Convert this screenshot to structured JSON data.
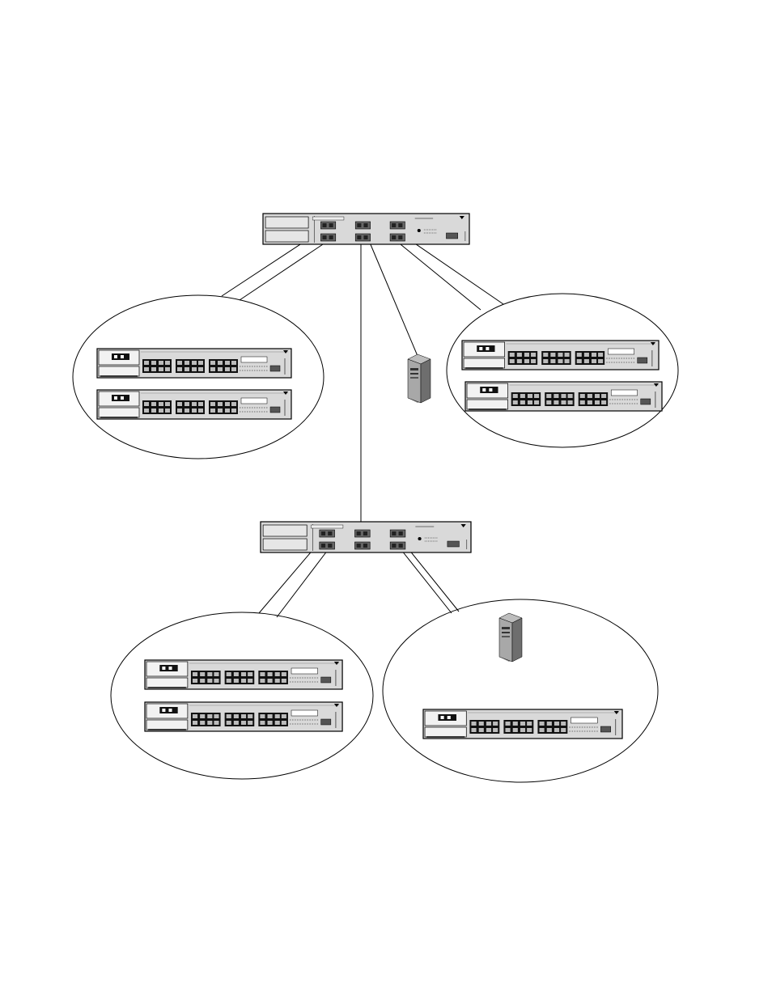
{
  "diagram": {
    "colors": {
      "background": "#ffffff",
      "line": "#000000",
      "chassis": "#d9d9d9",
      "panel": "#c4c4c4",
      "port": "#1a1a1a",
      "server": "#a8a8a8"
    },
    "nodes": {
      "backbone_top": {
        "type": "backbone-switch",
        "icon": "backbone-switch-icon"
      },
      "backbone_bottom": {
        "type": "backbone-switch",
        "icon": "backbone-switch-icon"
      },
      "group_upper_left": {
        "type": "switch-group",
        "members": 2
      },
      "group_upper_right": {
        "type": "switch-group",
        "members": 2
      },
      "group_lower_left": {
        "type": "switch-group",
        "members": 2
      },
      "group_lower_right": {
        "type": "switch-group",
        "members": 1,
        "server": true
      },
      "server_center": {
        "type": "server",
        "icon": "server-icon"
      }
    },
    "links": [
      {
        "from": "backbone_top",
        "to": "group_upper_left",
        "cables": 2
      },
      {
        "from": "backbone_top",
        "to": "group_upper_right",
        "cables": 2
      },
      {
        "from": "backbone_top",
        "to": "server_center",
        "cables": 1
      },
      {
        "from": "backbone_top",
        "to": "backbone_bottom",
        "cables": 1
      },
      {
        "from": "backbone_bottom",
        "to": "group_lower_left",
        "cables": 2
      },
      {
        "from": "backbone_bottom",
        "to": "group_lower_right",
        "cables": 2
      }
    ]
  }
}
